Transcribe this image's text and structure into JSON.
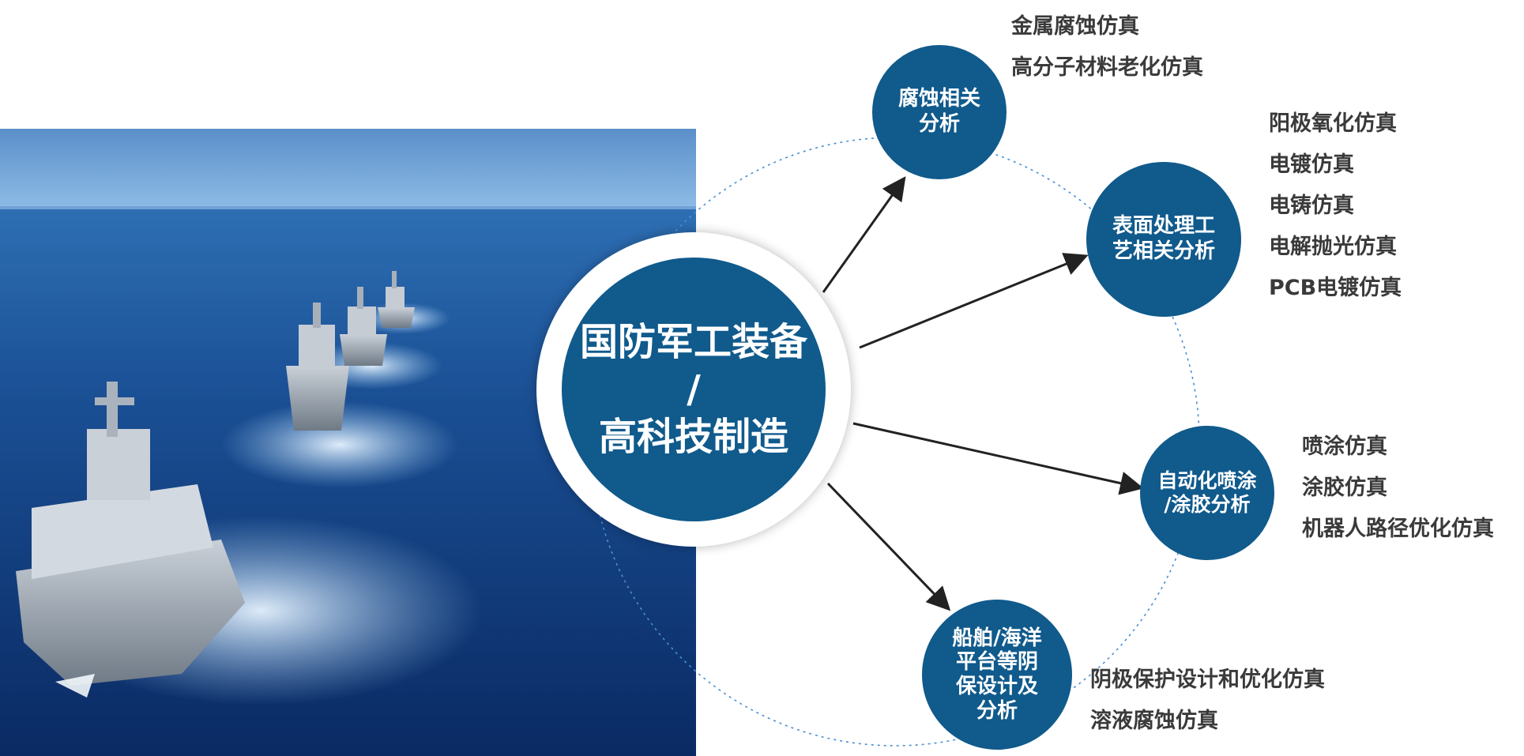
{
  "hub": {
    "label": "国防军工装备\n/\n高科技制造"
  },
  "branches": [
    {
      "key": "corrosion",
      "label": "腐蚀相关\n分析",
      "items": [
        "金属腐蚀仿真",
        "高分子材料老化仿真"
      ]
    },
    {
      "key": "surface",
      "label": "表面处理工\n艺相关分析",
      "items": [
        "阳极氧化仿真",
        "电镀仿真",
        "电铸仿真",
        "电解抛光仿真",
        "PCB电镀仿真"
      ]
    },
    {
      "key": "spray",
      "label": "自动化喷涂\n/涂胶分析",
      "items": [
        "喷涂仿真",
        "涂胶仿真",
        "机器人路径优化仿真"
      ]
    },
    {
      "key": "marine",
      "label": "船舶/海洋\n平台等阴\n保设计及\n分析",
      "items": [
        "阴极保护设计和优化仿真",
        "溶液腐蚀仿真"
      ]
    }
  ],
  "colors": {
    "node_fill": "#105a8c",
    "node_text": "#ffffff",
    "item_text": "#3a3a3a",
    "arrow": "#222222",
    "dotted_ring": "#4a90d6",
    "sea_deep": "#0b2f6b",
    "sea_light": "#3b82c4",
    "sky": "#7fb2e0"
  }
}
